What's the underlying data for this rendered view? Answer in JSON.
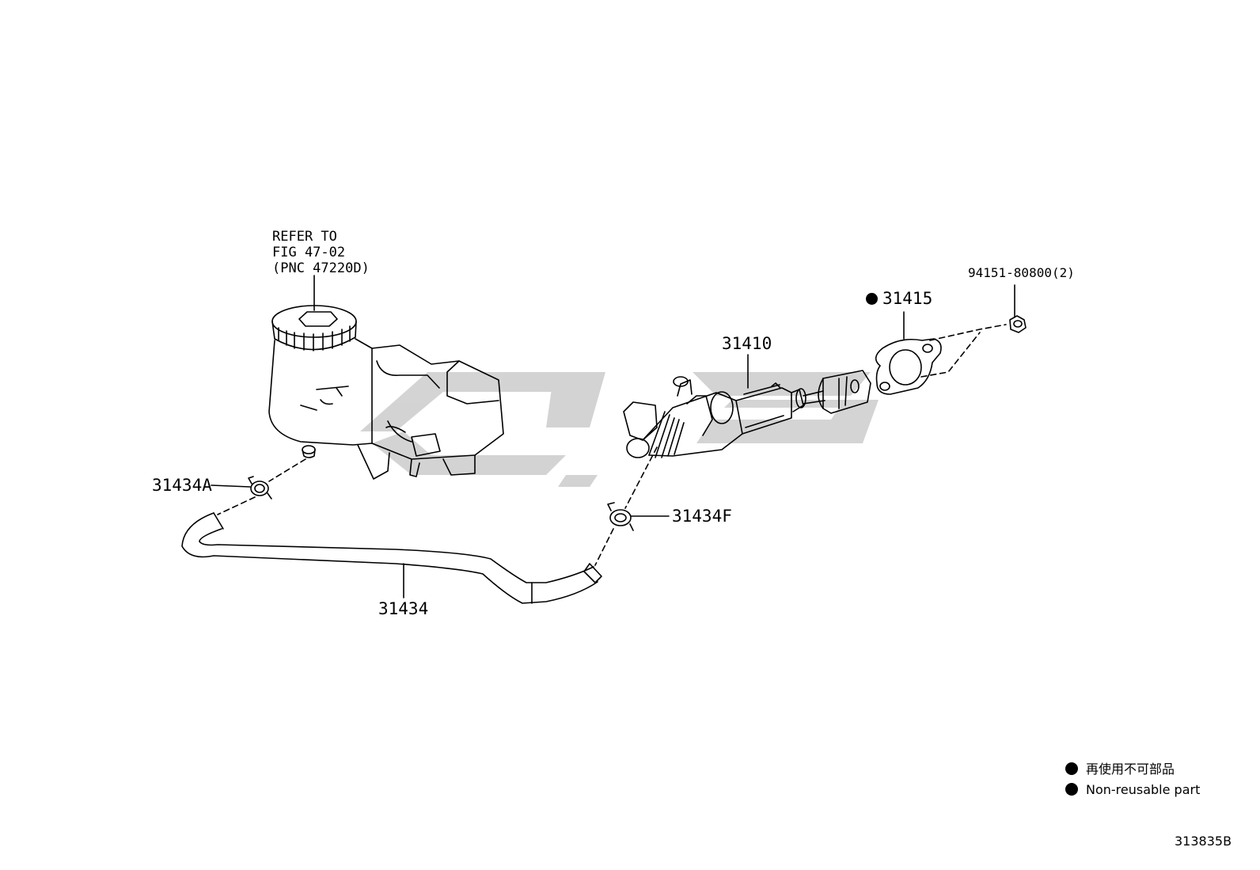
{
  "diagram": {
    "reference_note": {
      "line1": "REFER TO",
      "line2": "FIG 47-02",
      "line3": "(PNC 47220D)"
    },
    "part_numbers": {
      "master_cylinder": "31410",
      "gasket": "31415",
      "nut": "94151-80800(2)",
      "clip_a": "31434A",
      "clip_f": "31434F",
      "hose": "31434"
    },
    "legend": {
      "japanese": "再使用不可部品",
      "english": "Non-reusable part"
    },
    "figure_code": "313835B"
  },
  "colors": {
    "line": "#000000",
    "watermark": "#c8c8c8",
    "background": "#ffffff"
  }
}
